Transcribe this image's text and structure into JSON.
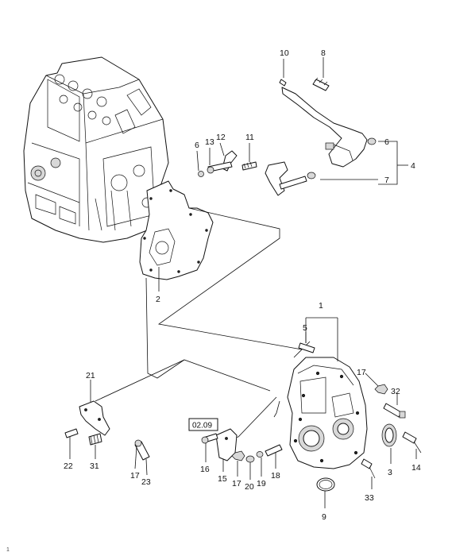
{
  "reference": "02.09",
  "corner_mark": "1",
  "callouts": {
    "c1": "1",
    "c2": "2",
    "c3": "3",
    "c4": "4",
    "c5": "5",
    "c6a": "6",
    "c6b": "6",
    "c7": "7",
    "c8": "8",
    "c9": "9",
    "c10": "10",
    "c11": "11",
    "c12": "12",
    "c13": "13",
    "c14": "14",
    "c15": "15",
    "c16": "16",
    "c17a": "17",
    "c17b": "17",
    "c17c": "17",
    "c18": "18",
    "c19": "19",
    "c20": "20",
    "c21": "21",
    "c22": "22",
    "c23": "23",
    "c31": "31",
    "c32": "32",
    "c33": "33"
  }
}
